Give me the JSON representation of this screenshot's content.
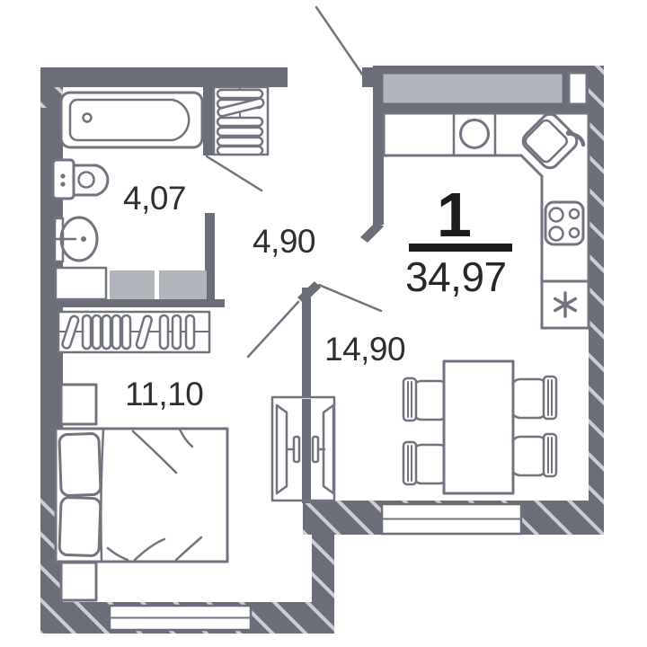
{
  "plan": {
    "type": "apartment-floor-plan",
    "header": {
      "rooms_count": "1",
      "total_area": "34,97"
    },
    "rooms": [
      {
        "id": "bathroom",
        "area": "4,07"
      },
      {
        "id": "hallway",
        "area": "4,90"
      },
      {
        "id": "kitchen-living-room",
        "area": "14,90"
      },
      {
        "id": "bedroom",
        "area": "11,10"
      }
    ],
    "furniture_icons": [
      "bathtub-icon",
      "toilet-icon",
      "washbasin-icon",
      "hanger-closet-icon",
      "storage-cabinets-icon",
      "wardrobe-hangers-icon",
      "bed-icon",
      "nightstand-icon",
      "tv-icon",
      "dining-table-icon",
      "chair-icon",
      "kitchen-counter-icon",
      "washing-machine-icon",
      "corner-sink-icon",
      "stove-icon",
      "fridge-icon",
      "window-icon",
      "door-swing-icon"
    ],
    "colors": {
      "background": "#ffffff",
      "wall": "#6b6e79",
      "hatch_line": "#cdcfd5",
      "furniture_outline": "#71747f",
      "light_fill": "#b3b5bc",
      "label_text": "#2e2e31",
      "accent_text": "#1c1c1e"
    }
  }
}
